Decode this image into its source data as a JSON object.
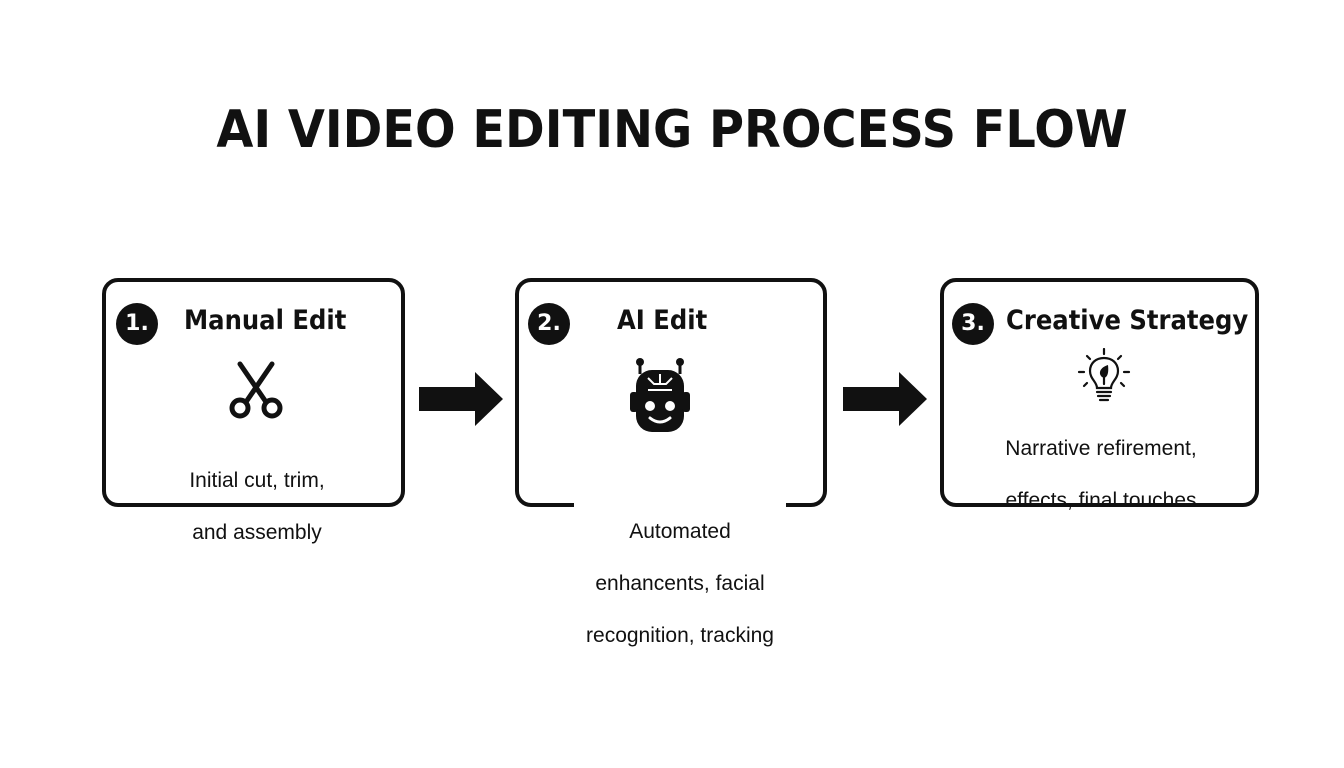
{
  "title": "AI VIDEO EDITING PROCESS FLOW",
  "steps": [
    {
      "number": "1.",
      "title": "Manual Edit",
      "icon": "scissors-icon",
      "description_lines": [
        "Initial cut, trim,",
        "and assembly"
      ]
    },
    {
      "number": "2.",
      "title": "AI Edit",
      "icon": "robot-icon",
      "description_lines": [
        "Automated",
        "enhancents, facial",
        "recognition, tracking"
      ]
    },
    {
      "number": "3.",
      "title": "Creative Strategy",
      "icon": "lightbulb-icon",
      "description_lines": [
        "Narrative refirement,",
        "effects, final touches"
      ]
    }
  ],
  "connectors": [
    "arrow-right-icon",
    "arrow-right-icon"
  ]
}
